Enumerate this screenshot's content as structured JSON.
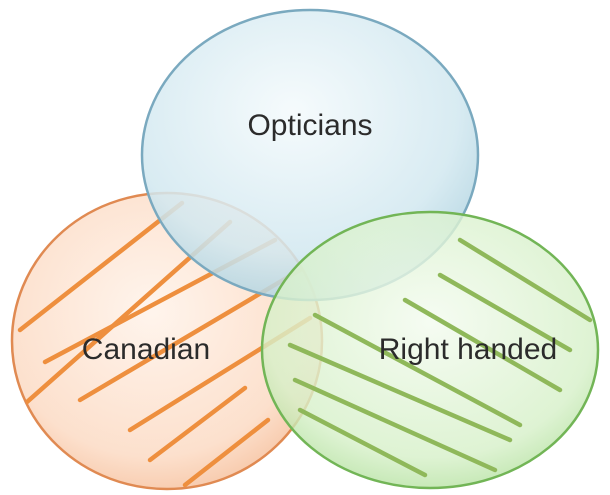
{
  "diagram": {
    "sets": [
      {
        "key": "opticians",
        "label": "Opticians",
        "fill": "#cfe7ef",
        "stroke": "#6fa0b8"
      },
      {
        "key": "canadian",
        "label": "Canadian",
        "fill": "#fbd8c0",
        "stroke": "#d9824a",
        "hatch": "#ee8f3e"
      },
      {
        "key": "right_handed",
        "label": "Right handed",
        "fill": "#d4efc4",
        "stroke": "#72b556",
        "hatch": "#8fb85a"
      }
    ]
  }
}
